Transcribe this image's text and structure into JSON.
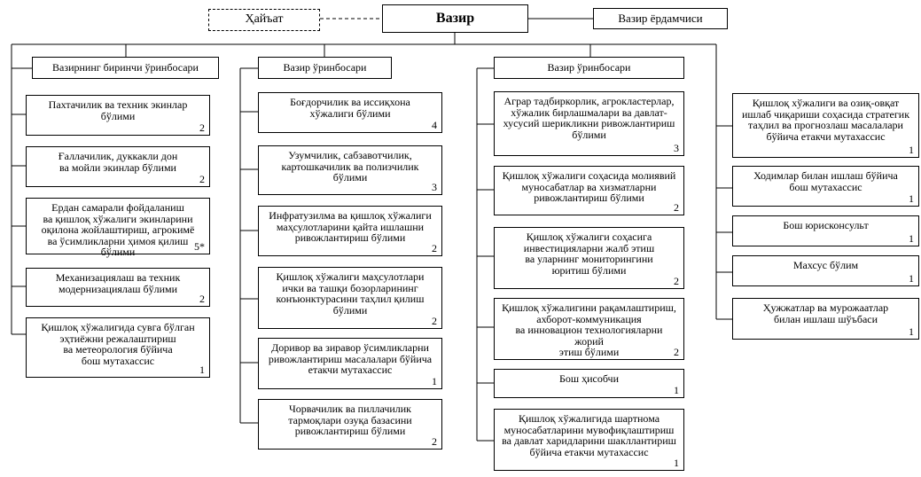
{
  "top": {
    "council": "Ҳайъат",
    "minister": "Вазир",
    "assistant": "Вазир ёрдамчиси"
  },
  "columns": [
    {
      "head": "Вазирнинг биринчи ўринбосари",
      "items": [
        {
          "text": "Пахтачилик ва техник экинлар\nбўлими",
          "count": "2"
        },
        {
          "text": "Ғаллачилик, дуккакли дон\nва мойли экинлар бўлими",
          "count": "2"
        },
        {
          "text": "Ердан самарали фойдаланиш\nва қишлоқ хўжалиги экинларини\nоқилона жойлаштириш, агрокимё\nва ўсимликларни ҳимоя қилиш бўлими",
          "count": "5*"
        },
        {
          "text": "Механизациялаш ва техник\nмодернизациялаш бўлими",
          "count": "2"
        },
        {
          "text": "Қишлоқ хўжалигида сувга бўлган\nэҳтиёжни режалаштириш\nва метеорология бўйича\nбош мутахассис",
          "count": "1"
        }
      ]
    },
    {
      "head": "Вазир ўринбосари",
      "items": [
        {
          "text": "Боғдорчилик ва иссиқхона\nхўжалиги бўлими",
          "count": "4"
        },
        {
          "text": "Узумчилик, сабзавотчилик,\nкартошкачилик ва полизчилик\nбўлими",
          "count": "3"
        },
        {
          "text": "Инфратузилма ва қишлоқ хўжалиги\nмаҳсулотларини қайта ишлашни\nривожлантириш бўлими",
          "count": "2"
        },
        {
          "text": "Қишлоқ хўжалиги маҳсулотлари\nички ва ташқи бозорларининг\nконъюнктурасини таҳлил қилиш\nбўлими",
          "count": "2"
        },
        {
          "text": "Доривор ва зиравор ўсимликларни\nривожлантириш масалалари бўйича\nетакчи мутахассис",
          "count": "1"
        },
        {
          "text": "Чорвачилик ва пиллачилик\nтармоқлари озуқа базасини\nривожлантириш бўлими",
          "count": "2"
        }
      ]
    },
    {
      "head": "Вазир ўринбосари",
      "items": [
        {
          "text": "Аграр тадбиркорлик, агрокластерлар,\nхўжалик бирлашмалари ва давлат-\nхусусий шерикликни ривожлантириш\nбўлими",
          "count": "3"
        },
        {
          "text": "Қишлоқ хўжалиги соҳасида молиявий\nмуносабатлар ва хизматларни\nривожлантириш бўлими",
          "count": "2"
        },
        {
          "text": "Қишлоқ хўжалиги соҳасига\nинвестицияларни жалб этиш\nва уларнинг мониторингини\nюритиш бўлими",
          "count": "2"
        },
        {
          "text": "Қишлоқ хўжалигини рақамлаштириш,\nахборот-коммуникация\nва инновацион технологияларни жорий\nэтиш бўлими",
          "count": "2"
        },
        {
          "text": "Бош ҳисобчи",
          "count": "1"
        },
        {
          "text": "Қишлоқ хўжалигида шартнома\nмуносабатларини мувофиқлаштириш\nва давлат харидларини шакллантириш\nбўйича етакчи мутахассис",
          "count": "1"
        }
      ]
    },
    {
      "head": "",
      "items": [
        {
          "text": "Қишлоқ хўжалиги ва озиқ-овқат\nишлаб чиқариши соҳасида стратегик\nтаҳлил ва прогнозлаш масалалари\nбўйича етакчи мутахассис",
          "count": "1"
        },
        {
          "text": "Ходимлар билан ишлаш бўйича\nбош мутахассис",
          "count": "1"
        },
        {
          "text": "Бош юрисконсульт",
          "count": "1"
        },
        {
          "text": "Махсус бўлим",
          "count": "1"
        },
        {
          "text": "Ҳужжатлар ва мурожаатлар\nбилан ишлаш шўъбаси",
          "count": "1"
        }
      ]
    }
  ]
}
